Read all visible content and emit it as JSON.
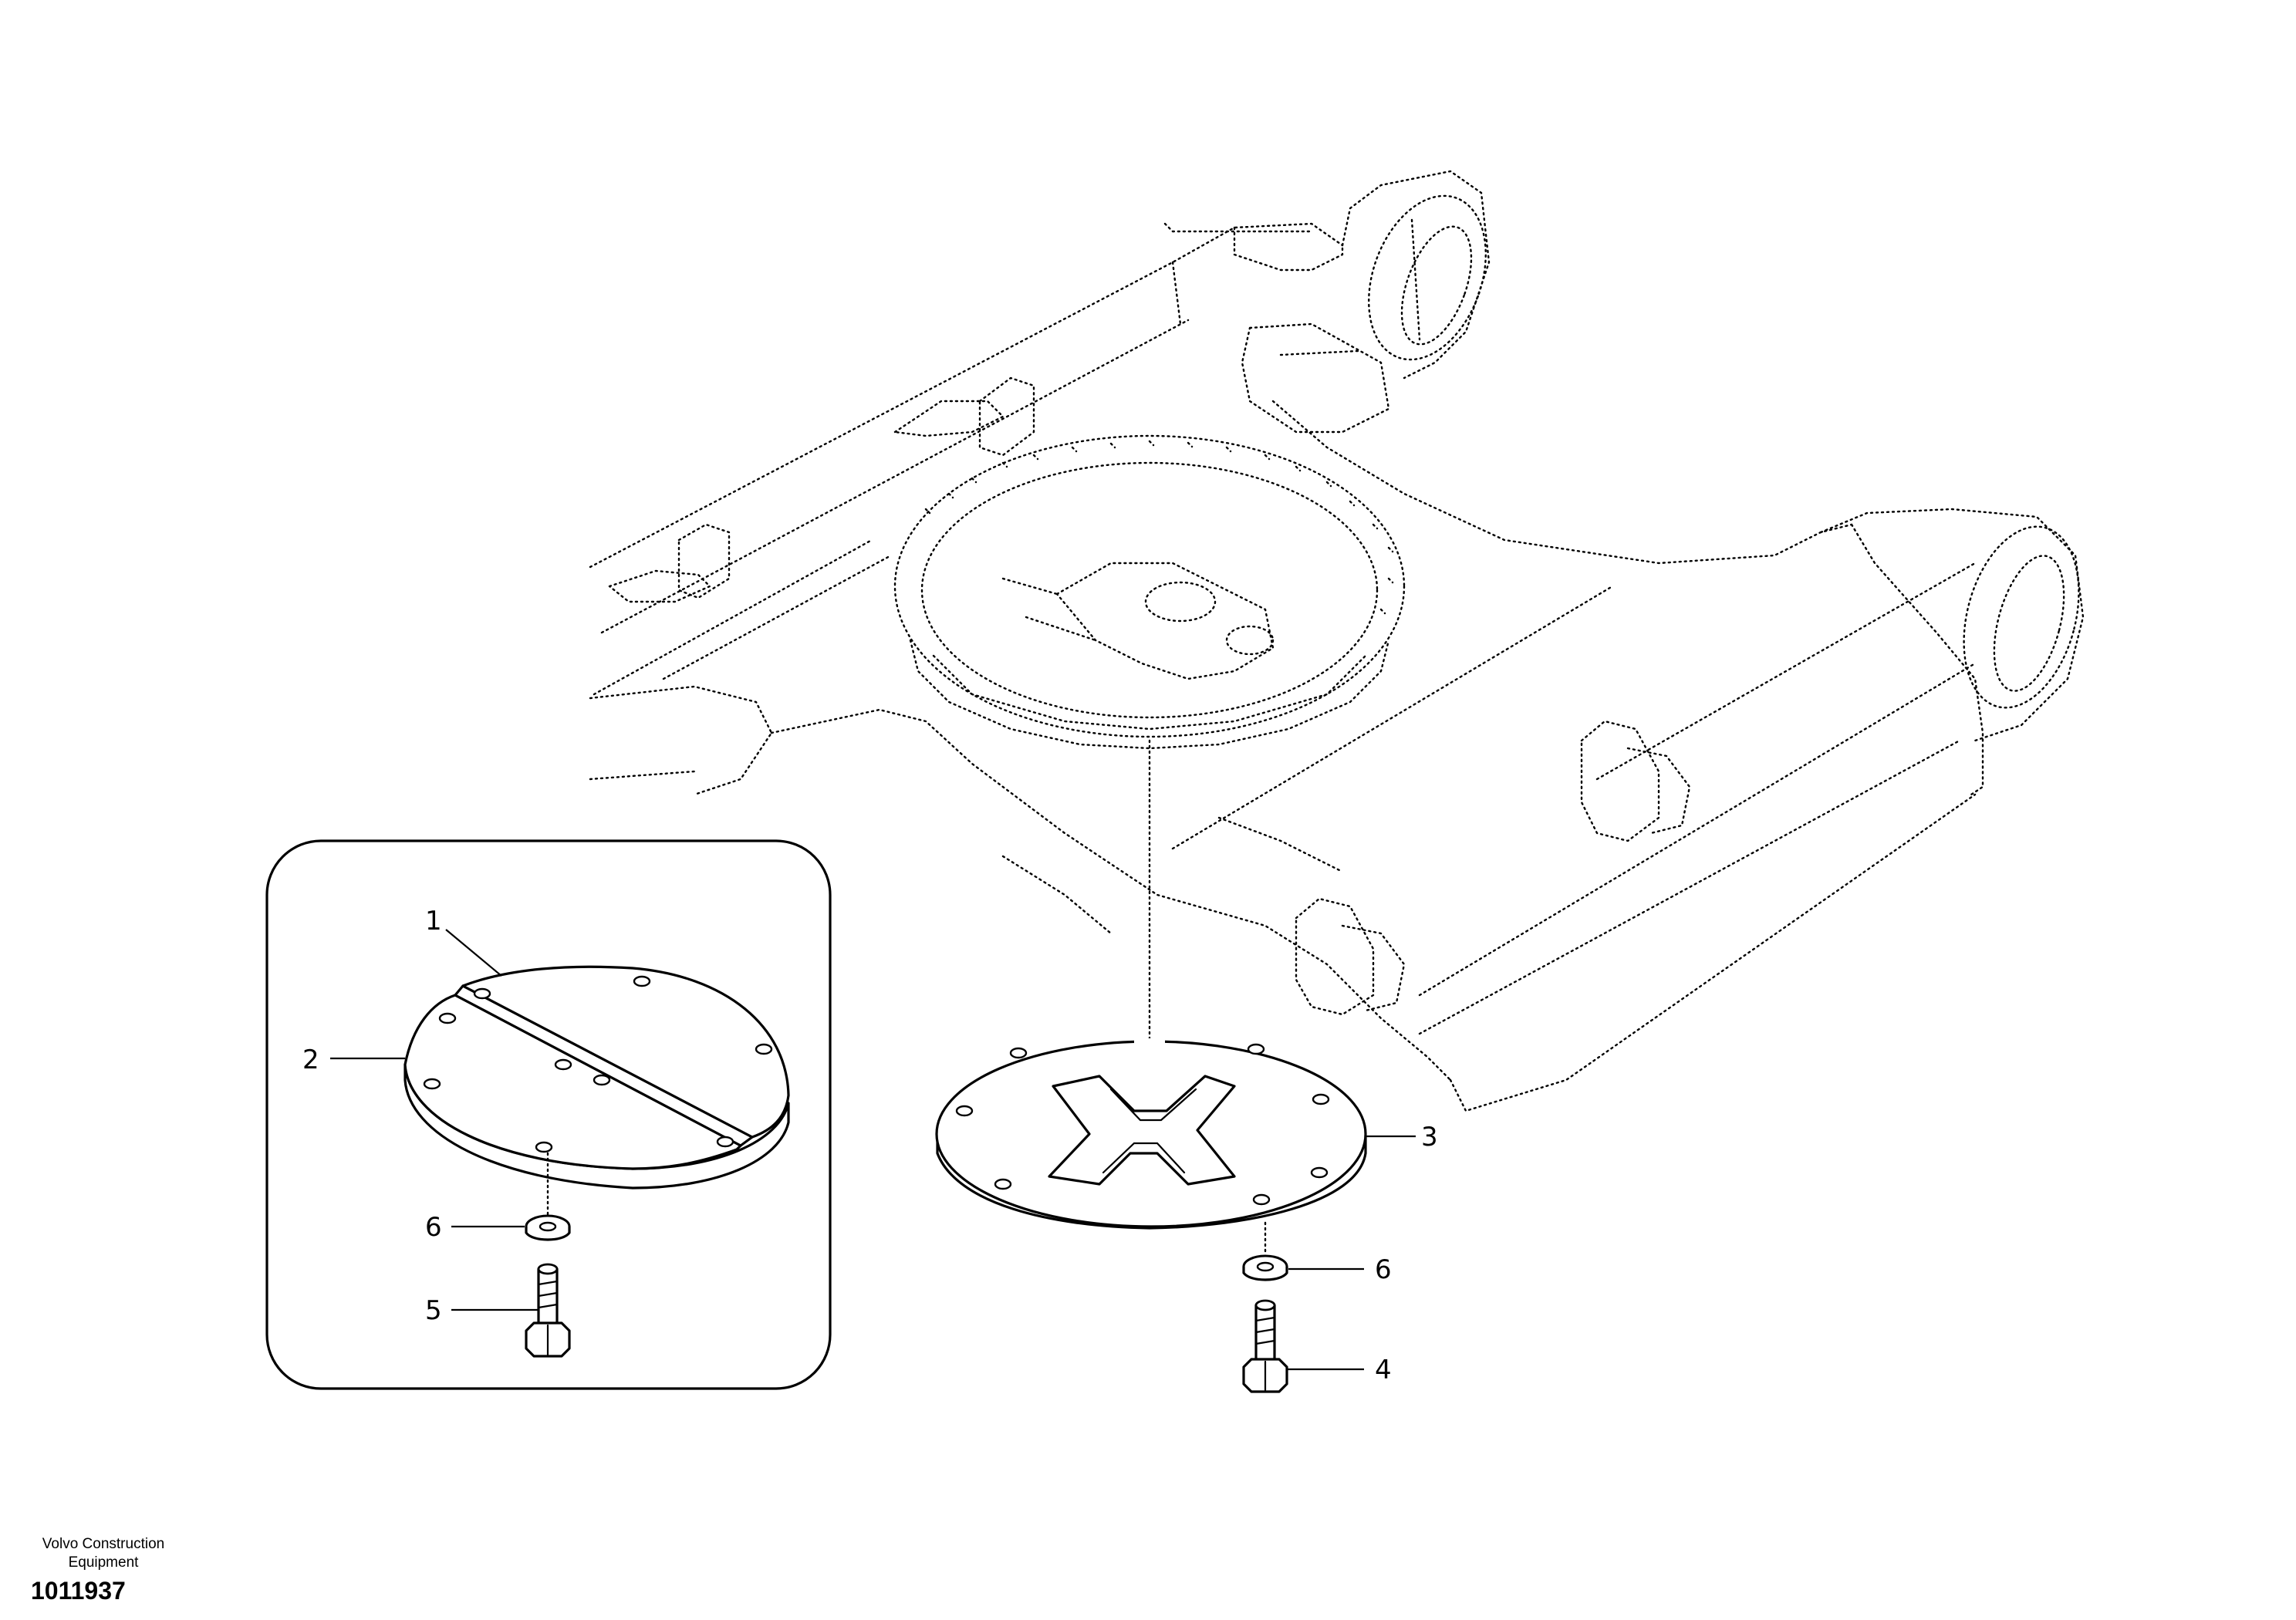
{
  "callouts": {
    "c1": "1",
    "c2": "2",
    "c3": "3",
    "c4": "4",
    "c5": "5",
    "c6a": "6",
    "c6b": "6"
  },
  "footer": {
    "brand_line1": "Volvo Construction",
    "brand_line2": "Equipment",
    "doc_number": "1011937"
  }
}
